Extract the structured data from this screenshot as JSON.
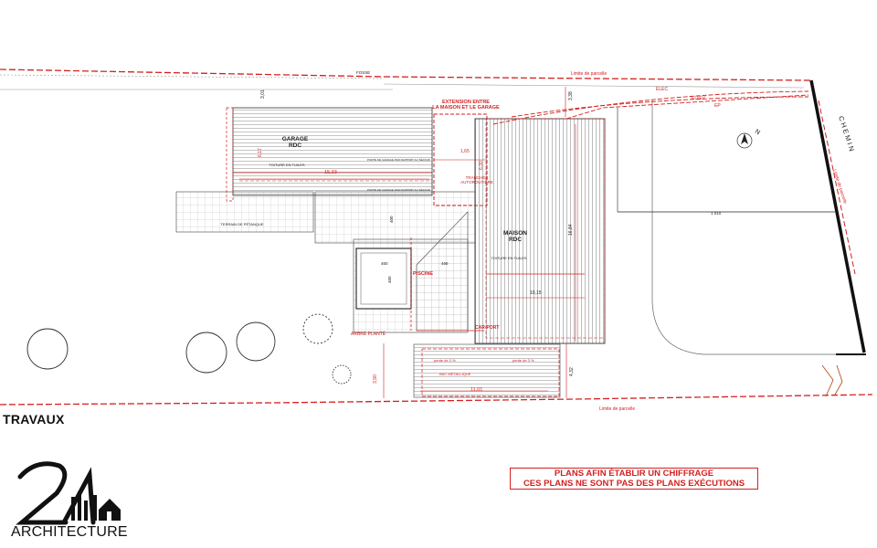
{
  "labels": {
    "fosse": "FOSSE",
    "limite_top": "Limite de parcelle",
    "limite_bottom": "Limite de parcelle",
    "limite_right": "Limite de parcelle",
    "chemin": "C H E M I N",
    "garage_title": "GARAGE",
    "garage_sub": "RDC",
    "garage_roof": "TOITURE EN TUILES",
    "garage_width": "15,33",
    "garage_depth": "6,17",
    "garage_note_1": "PORTE DE GARAGE PAR RAPPORT AU SÉJOUR",
    "garage_note_2": "PORTE DE GARAGE PAR RAPPORT AU SÉJOUR",
    "terrain": "TERRAIN DE PÉTANQUE",
    "extension_1": "EXTENSION ENTRE",
    "extension_2": "LA MAISON ET LE GARAGE",
    "tranchee_1": "TRANCHÉE",
    "tranchee_2": "AUTOROUTIÈRE",
    "dim_165": "1,65",
    "dim_630": "6,30",
    "maison_title": "MAISON",
    "maison_sub": "RDC",
    "maison_roof": "TOITURE EN TUILES",
    "maison_width": "10,15",
    "maison_depth": "16,84",
    "dim_1010": "1 010",
    "piscine": "PISCINE",
    "carport": "CAR-PORT",
    "arbre": "ARBRE PLANTÉ",
    "bac": "BAC MÉTALLIQUE",
    "pente_1": "pente de 3 %",
    "pente_2": "pente de 3 %",
    "dim_1101": "11,01",
    "dim_390": "3,90",
    "dim_432": "4,32",
    "dim_301": "3,01",
    "dim_338": "3,38",
    "dim_460a": "460",
    "dim_460b": "460",
    "dim_466": "466",
    "dim_400": "400",
    "elec": "ÉLEC",
    "eu_ev": "EU/EV",
    "ep": "EP",
    "north": "N"
  },
  "footer": {
    "travaux": "TRAVAUX",
    "logo_text": "ARCHITECTURE",
    "notice_line_1": "PLANS AFIN ÉTABLIR UN CHIFFRAGE",
    "notice_line_2": "CES PLANS NE SONT PAS DES PLANS EXÉCUTIONS"
  },
  "colors": {
    "line": "#2a2a2a",
    "red": "#d42020",
    "light": "#9a9a9a",
    "background": "#ffffff"
  }
}
